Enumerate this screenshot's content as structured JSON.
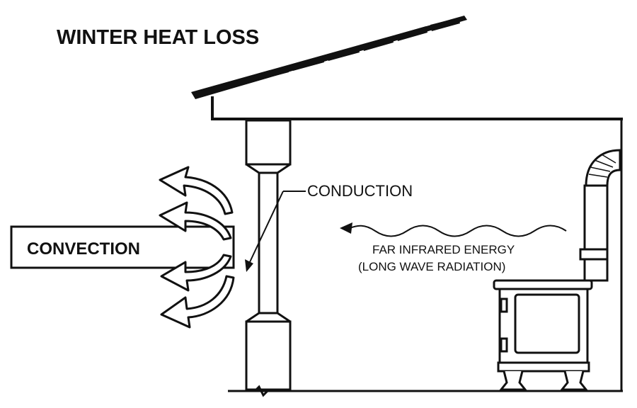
{
  "title": "WINTER HEAT LOSS",
  "labels": {
    "convection": "CONVECTION",
    "conduction": "CONDUCTION",
    "radiation_line1": "FAR INFRARED ENERGY",
    "radiation_line2": "(LONG WAVE RADIATION)"
  },
  "colors": {
    "ink": "#111111",
    "background": "#ffffff"
  }
}
